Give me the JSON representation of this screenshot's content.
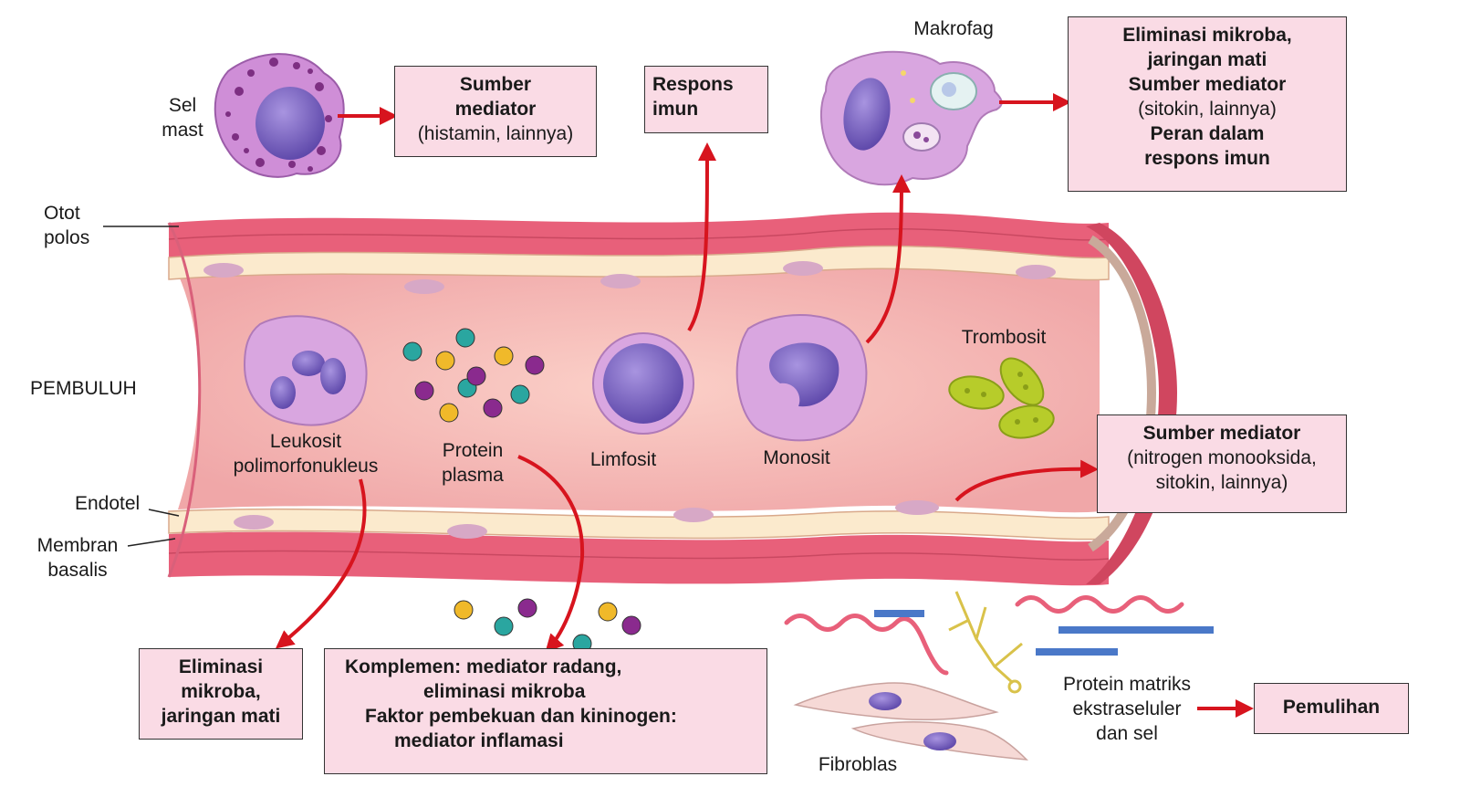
{
  "labels": {
    "sel_mast": "Sel\nmast",
    "otot_polos": "Otot\npolos",
    "pembuluh": "PEMBULUH",
    "endotel": "Endotel",
    "membran_basalis": "Membran\nbasalis",
    "makrofag": "Makrofag",
    "trombosit": "Trombosit",
    "leukosit": "Leukosit\npolimorfonukleus",
    "protein_plasma": "Protein\nplasma",
    "limfosit": "Limfosit",
    "monosit": "Monosit",
    "protein_matriks": "Protein matriks\nekstraseluler\ndan sel",
    "fibroblas": "Fibroblas"
  },
  "boxes": {
    "mast_box": {
      "line1": "Sumber",
      "line2": "mediator",
      "line3": "(histamin, lainnya)"
    },
    "respons_box": {
      "line1": "Respons",
      "line2": "imun"
    },
    "makrofag_box": {
      "line1": "Eliminasi mikroba,",
      "line2": "jaringan mati",
      "line3": "Sumber mediator",
      "line4": "(sitokin, lainnya)",
      "line5": "Peran dalam",
      "line6": "respons imun"
    },
    "endotel_box": {
      "line1": "Sumber mediator",
      "line2": "(nitrogen monooksida,",
      "line3": "sitokin, lainnya)"
    },
    "leukosit_box": {
      "line1": "Eliminasi",
      "line2": "mikroba,",
      "line3": "jaringan mati"
    },
    "komplemen_box": {
      "line1": "Komplemen: mediator radang,",
      "line2": "eliminasi mikroba",
      "line3": "Faktor pembekuan dan kininogen:",
      "line4": "mediator inflamasi"
    },
    "pemulihan_box": {
      "line1": "Pemulihan"
    }
  },
  "colors": {
    "arrow": "#d7141e",
    "box_fill": "#fadbe5",
    "vessel_outer": "#e8607a",
    "vessel_lumen": "#f6b9b8",
    "endothelium": "#fbeacd",
    "cell_purple": "#d9a6e0",
    "nucleus": "#7a62c0",
    "platelet": "#b7cc2a",
    "fibroblast": "#f6d9d6"
  },
  "icons": [
    "mast-cell-icon",
    "macrophage-icon",
    "neutrophil-icon",
    "lymphocyte-icon",
    "monocyte-icon",
    "platelet-icon",
    "plasma-protein-icon",
    "fibroblast-icon",
    "collagen-fiber-icon"
  ]
}
